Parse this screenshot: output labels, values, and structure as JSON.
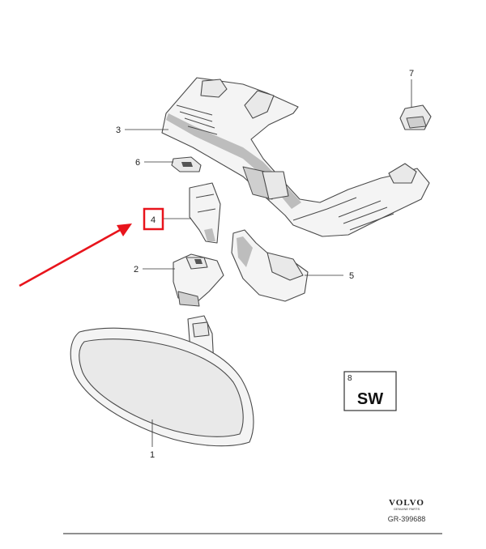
{
  "callouts": [
    {
      "id": "1",
      "label": "1"
    },
    {
      "id": "2",
      "label": "2"
    },
    {
      "id": "3",
      "label": "3"
    },
    {
      "id": "4",
      "label": "4"
    },
    {
      "id": "5",
      "label": "5"
    },
    {
      "id": "6",
      "label": "6"
    },
    {
      "id": "7",
      "label": "7"
    }
  ],
  "sw_badge": {
    "number": "8",
    "text": "SW"
  },
  "brand": {
    "name": "VOLVO",
    "tagline": "GENUINE PARTS",
    "reference": "GR-399688"
  },
  "highlight": {
    "target_callout": "4",
    "color": "#e8141c"
  }
}
